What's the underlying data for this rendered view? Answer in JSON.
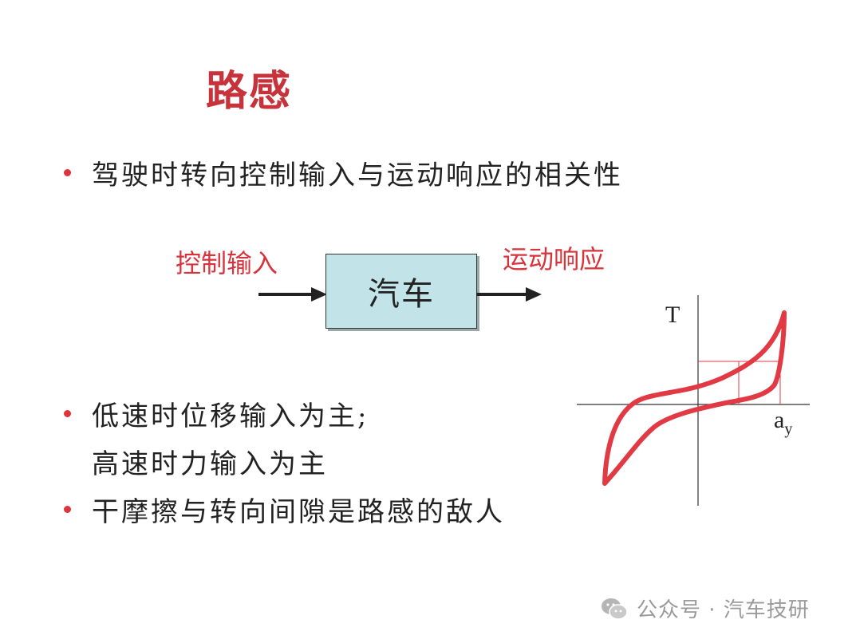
{
  "slide": {
    "title": "路感",
    "bullets": [
      "驾驶时转向控制输入与运动响应的相关性",
      "低速时位移输入为主;",
      "高速时力输入为主",
      "干摩擦与转向间隙是路感的敌人"
    ]
  },
  "block_diagram": {
    "input_label": "控制输入",
    "block_label": "汽车",
    "output_label": "运动响应"
  },
  "hysteresis_plot": {
    "y_axis_label": "T",
    "x_axis_label_main": "a",
    "x_axis_label_sub": "y",
    "curve_color": "#e23a44"
  },
  "watermark": {
    "text": "公众号 · 汽车技研",
    "icon": "wechat-icon"
  }
}
